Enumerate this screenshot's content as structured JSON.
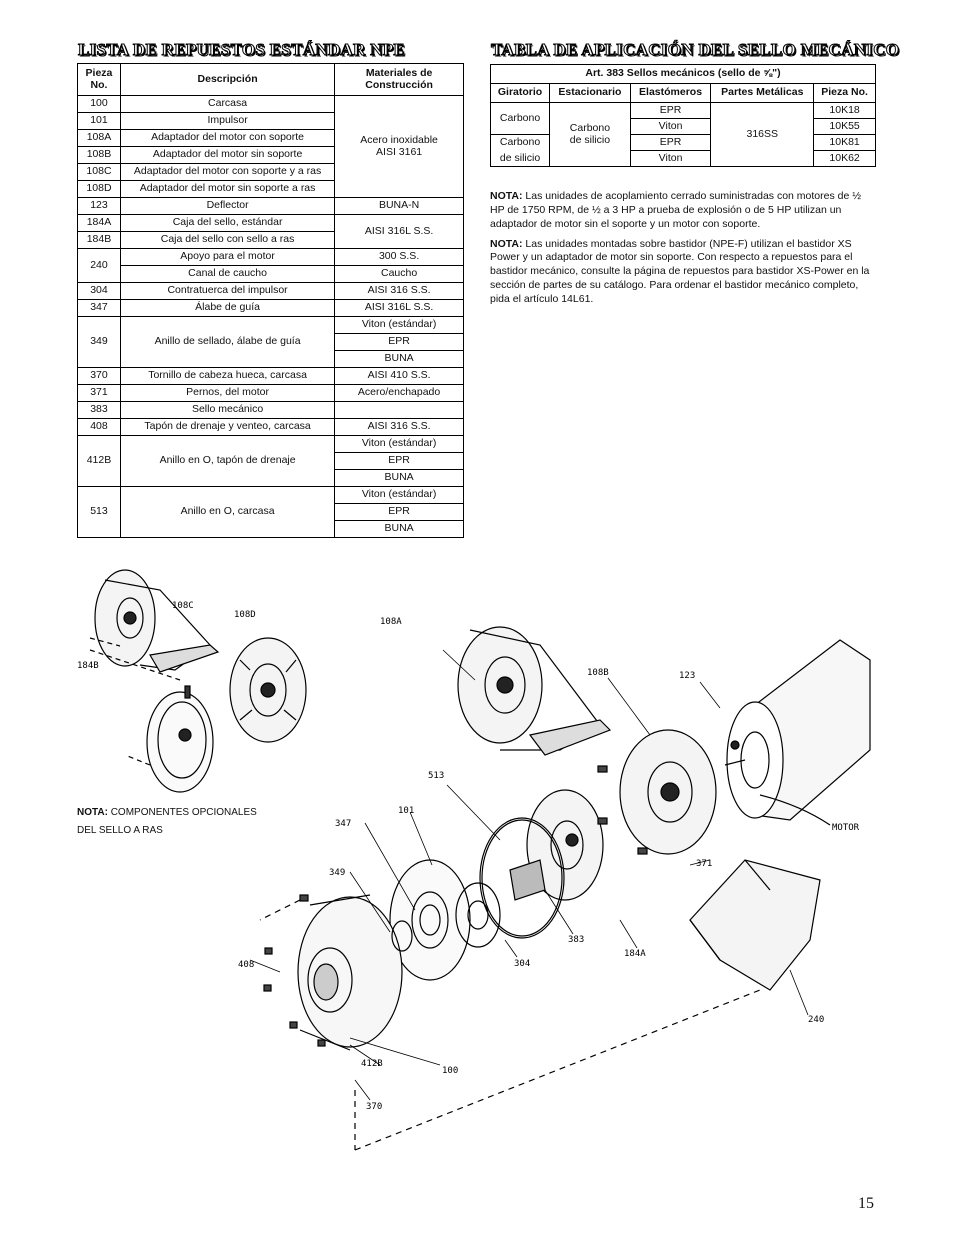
{
  "parts_list": {
    "title": "LISTA DE REPUESTOS ESTÁNDAR NPE",
    "headers": {
      "part_no": "Pieza No.",
      "description": "Descripción",
      "materials": "Materiales de Construcción"
    },
    "rows": [
      {
        "no": "100",
        "desc": "Carcasa"
      },
      {
        "no": "101",
        "desc": "Impulsor"
      },
      {
        "no": "108A",
        "desc": "Adaptador del motor con soporte"
      },
      {
        "no": "108B",
        "desc": "Adaptador del motor sin soporte"
      },
      {
        "no": "108C",
        "desc": "Adaptador del motor con soporte y a ras"
      },
      {
        "no": "108D",
        "desc": "Adaptador del motor sin soporte a ras"
      },
      {
        "no": "123",
        "desc": "Deflector"
      },
      {
        "no": "184A",
        "desc": "Caja del sello, estándar"
      },
      {
        "no": "184B",
        "desc": "Caja del sello con sello a ras"
      },
      {
        "no": "240",
        "desc": "Apoyo para el motor"
      },
      {
        "desc": "Canal de caucho"
      },
      {
        "no": "304",
        "desc": "Contratuerca del impulsor"
      },
      {
        "no": "347",
        "desc": "Álabe de guía"
      },
      {
        "no": "349",
        "desc": "Anillo de sellado, álabe de guía"
      },
      {
        "no": "370",
        "desc": "Tornillo de cabeza hueca, carcasa"
      },
      {
        "no": "371",
        "desc": "Pernos, del motor"
      },
      {
        "no": "383",
        "desc": "Sello mecánico"
      },
      {
        "no": "408",
        "desc": "Tapón de drenaje y venteo, carcasa"
      },
      {
        "no": "412B",
        "desc": "Anillo en O, tapón de drenaje"
      },
      {
        "no": "513",
        "desc": "Anillo en O, carcasa"
      }
    ],
    "materials": {
      "stainless_1": "Acero inoxidable",
      "stainless_2": "AISI 3161",
      "buna_n": "BUNA-N",
      "aisi316l": "AISI 316L S.S.",
      "ss300": "300 S.S.",
      "caucho": "Caucho",
      "aisi316": "AISI 316 S.S.",
      "viton_std": "Viton (estándar)",
      "epr": "EPR",
      "buna": "BUNA",
      "aisi410": "AISI 410 S.S.",
      "acero_enchapado": "Acero/enchapado"
    }
  },
  "seal_table": {
    "title": "TABLA DE APLICACIÓN DEL SELLO MECÁNICO",
    "caption": "Art. 383 Sellos mecánicos (sello de ⅝\")",
    "headers": {
      "rotating": "Giratorio",
      "stationary": "Estacionario",
      "elastomers": "Elastómeros",
      "metal_parts": "Partes Metálicas",
      "part_no": "Pieza No."
    },
    "carbono": "Carbono",
    "carbono_silicio_1": "Carbono",
    "carbono_silicio_2": "de silicio",
    "stationary_1": "Carbono",
    "stationary_2": "de silicio",
    "metal": "316SS",
    "rows": [
      {
        "elastomer": "EPR",
        "part": "10K18"
      },
      {
        "elastomer": "Viton",
        "part": "10K55"
      },
      {
        "elastomer": "EPR",
        "part": "10K81"
      },
      {
        "elastomer": "Viton",
        "part": "10K62"
      }
    ]
  },
  "notes": [
    {
      "label": "NOTA:",
      "text": " Las unidades de acoplamiento cerrado suministradas con motores de ½ HP de 1750 RPM, de ½ a 3 HP a prueba de explosión o de 5 HP utilizan un adaptador de motor sin el soporte y un motor con soporte."
    },
    {
      "label": "NOTA:",
      "text": " Las unidades montadas sobre bastidor (NPE-F) utilizan el bastidor XS Power y un adaptador de motor sin soporte. Con respecto a repuestos para el bastidor mecánico, consulte la página de repuestos para bastidor XS-Power en la sección de partes de su catálogo. Para ordenar el bastidor mecánico completo, pida el artículo 14L61."
    }
  ],
  "flush_note": {
    "label": "NOTA:",
    "line1": " COMPONENTES OPCIONALES",
    "line2": "DEL SELLO A RAS"
  },
  "diagram_labels": {
    "l108C": "108C",
    "l108D": "108D",
    "l184B": "184B",
    "l108A": "108A",
    "l108B": "108B",
    "l123": "123",
    "l513": "513",
    "l101": "101",
    "l347": "347",
    "l349": "349",
    "l408": "408",
    "l412B": "412B",
    "l100": "100",
    "l370": "370",
    "l304": "304",
    "l383": "383",
    "l184A": "184A",
    "l371": "371",
    "lmotor": "MOTOR",
    "l240": "240"
  },
  "page_number": "15"
}
